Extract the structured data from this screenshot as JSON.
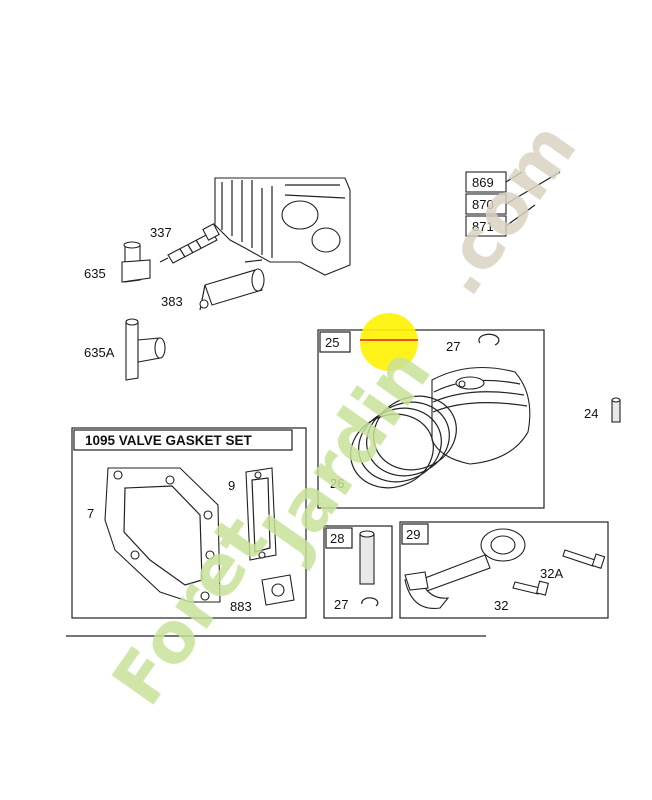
{
  "parts": {
    "p337": "337",
    "p635": "635",
    "p383": "383",
    "p635a": "635A",
    "p869": "869",
    "p870": "870",
    "p871": "871",
    "p25": "25",
    "p27a": "27",
    "p26": "26",
    "p24": "24",
    "p7": "7",
    "p9": "9",
    "p883": "883",
    "p28": "28",
    "p27b": "27",
    "p29": "29",
    "p32a": "32A",
    "p32": "32"
  },
  "gasket_set": {
    "title": "1095 VALVE GASKET SET"
  },
  "watermark": {
    "text_part1": "Foret",
    "text_part2": "Jardin",
    "text_part3": ".com"
  },
  "colors": {
    "watermark_green": "#c8e29a",
    "watermark_orange": "#f7c98c",
    "watermark_grey": "#d9d2c2",
    "highlight_yellow": "#fff200",
    "highlight_edge": "#e02020"
  }
}
